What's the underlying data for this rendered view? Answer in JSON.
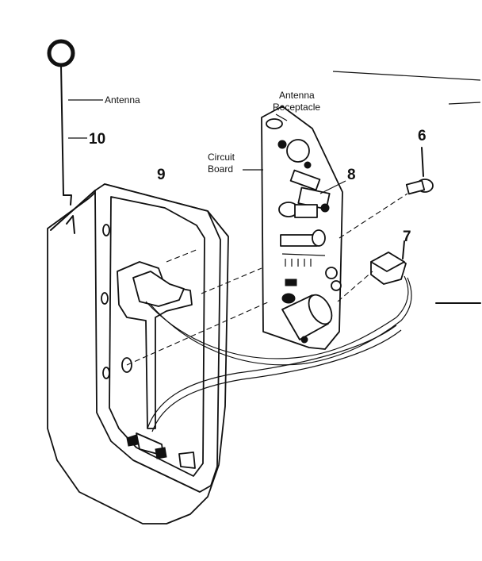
{
  "labels": {
    "antenna": "Antenna",
    "antenna_receptacle_line1": "Antenna",
    "antenna_receptacle_line2": "Receptacle",
    "circuit_board_line1": "Circuit",
    "circuit_board_line2": "Board"
  },
  "part_numbers": {
    "antenna_rod": "10",
    "housing": "9",
    "receiver_module": "8",
    "screw": "6",
    "connector": "7"
  }
}
